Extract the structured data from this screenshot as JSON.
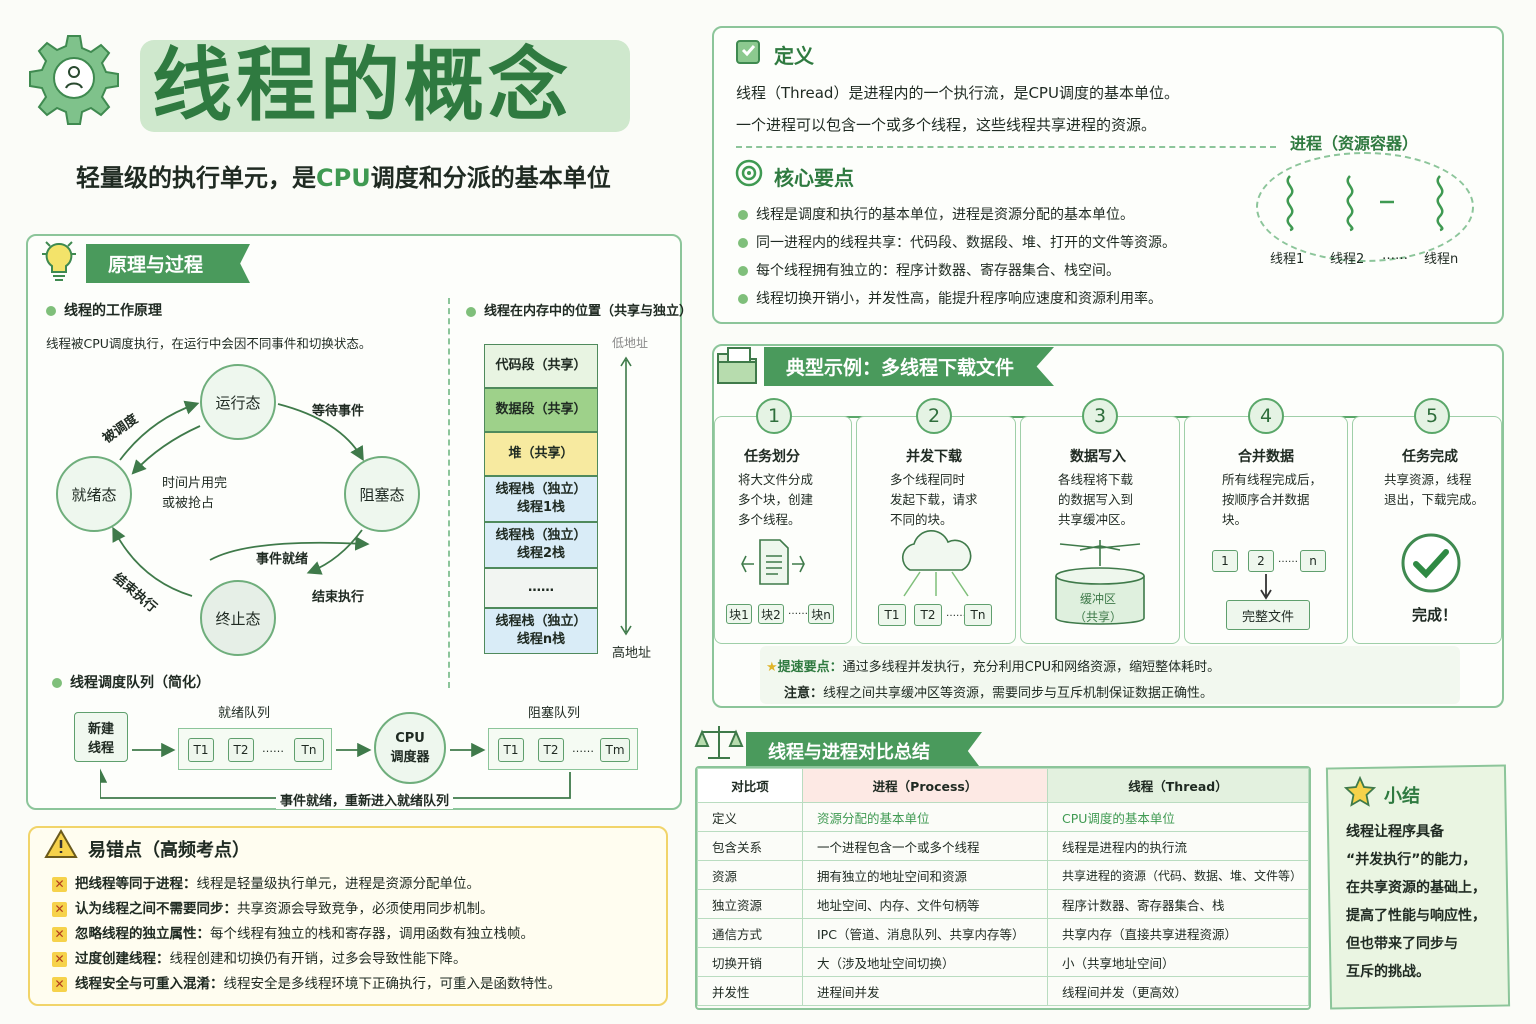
{
  "title": "线程的概念",
  "subtitle_pre": "轻量级的执行单元，是",
  "subtitle_cpu": "CPU",
  "subtitle_post": "调度和分派的基本单位",
  "definition": {
    "heading": "定义",
    "line1": "线程（Thread）是进程内的一个执行流，是CPU调度的基本单位。",
    "line2": "一个进程可以包含一个或多个线程，这些线程共享进程的资源。"
  },
  "keypoints": {
    "heading": "核心要点",
    "items": [
      "线程是调度和执行的基本单位，进程是资源分配的基本单位。",
      "同一进程内的线程共享：代码段、数据段、堆、打开的文件等资源。",
      "每个线程拥有独立的：程序计数器、寄存器集合、栈空间。",
      "线程切换开销小，并发性高，能提升程序响应速度和资源利用率。"
    ]
  },
  "process_diagram": {
    "label": "进程（资源容器）",
    "thread1": "线程1",
    "thread2": "线程2",
    "ellipsis": "……",
    "threadn": "线程n"
  },
  "principle": {
    "banner": "原理与过程",
    "states_title": "线程的工作原理",
    "states_desc": "线程被CPU调度执行，在运行中会因不同事件和切换状态。",
    "running": "运行态",
    "ready": "就绪态",
    "blocked": "阻塞态",
    "terminated": "终止态",
    "e_scheduled": "被调度",
    "e_wait": "等待事件",
    "e_timeslice1": "时间片用完",
    "e_timeslice2": "或被抢占",
    "e_event_ready": "事件就绪",
    "e_finish": "结束执行",
    "e_end": "结束执行",
    "memory_title": "线程在内存中的位置（共享与独立）",
    "low_addr": "低地址",
    "high_addr": "高地址",
    "mem_code": "代码段（共享）",
    "mem_data": "数据段（共享）",
    "mem_heap": "堆（共享）",
    "mem_s1a": "线程栈（独立）",
    "mem_s1b": "线程1栈",
    "mem_s2a": "线程栈（独立）",
    "mem_s2b": "线程2栈",
    "mem_dots": "……",
    "mem_sna": "线程栈（独立）",
    "mem_snb": "线程n栈",
    "queue_title": "线程调度队列（简化）",
    "new_thread1": "新建",
    "new_thread2": "线程",
    "ready_queue": "就绪队列",
    "blocked_queue": "阻塞队列",
    "q_t1": "T1",
    "q_t2": "T2",
    "q_dots": "……",
    "q_tn": "Tn",
    "b_t1": "T1",
    "b_t2": "T2",
    "b_dots": "……",
    "b_tm": "Tm",
    "cpu1": "CPU",
    "cpu2": "调度器",
    "requeue": "事件就绪，重新进入就绪队列"
  },
  "mistakes": {
    "heading": "易错点（高频考点）",
    "items": [
      {
        "bold": "把线程等同于进程：",
        "text": "线程是轻量级执行单元，进程是资源分配单位。"
      },
      {
        "bold": "认为线程之间不需要同步：",
        "text": "共享资源会导致竞争，必须使用同步机制。"
      },
      {
        "bold": "忽略线程的独立属性：",
        "text": "每个线程有独立的栈和寄存器，调用函数有独立栈帧。"
      },
      {
        "bold": "过度创建线程：",
        "text": "线程创建和切换仍有开销，过多会导致性能下降。"
      },
      {
        "bold": "线程安全与可重入混淆：",
        "text": "线程安全是多线程环境下正确执行，可重入是函数特性。"
      }
    ]
  },
  "example": {
    "banner": "典型示例：多线程下载文件",
    "steps": [
      {
        "num": "1",
        "title": "任务划分",
        "desc": [
          "将大文件分成",
          "多个块，创建",
          "多个线程。"
        ]
      },
      {
        "num": "2",
        "title": "并发下载",
        "desc": [
          "多个线程同时",
          "发起下载，请求",
          "不同的块。"
        ]
      },
      {
        "num": "3",
        "title": "数据写入",
        "desc": [
          "各线程将下载",
          "的数据写入到",
          "共享缓冲区。"
        ]
      },
      {
        "num": "4",
        "title": "合并数据",
        "desc": [
          "所有线程完成后，",
          "按顺序合并数据",
          "块。"
        ]
      },
      {
        "num": "5",
        "title": "任务完成",
        "desc": [
          "共享资源，线程",
          "退出，下载完成。"
        ]
      }
    ],
    "blk1": "块1",
    "blk2": "块2",
    "blk_dots": "……",
    "blkn": "块n",
    "t1": "T1",
    "t2": "T2",
    "t_dots": "……",
    "tn": "Tn",
    "buffer1": "缓冲区",
    "buffer2": "（共享）",
    "m1": "1",
    "m2": "2",
    "m_dots": "……",
    "mn": "n",
    "full_file": "完整文件",
    "done": "完成！",
    "tip_label": "提速要点：",
    "tip_text": "通过多线程并发执行，充分利用CPU和网络资源，缩短整体耗时。",
    "note_label": "注意：",
    "note_text": "线程之间共享缓冲区等资源，需要同步与互斥机制保证数据正确性。"
  },
  "compare": {
    "banner": "线程与进程对比总结",
    "header": [
      "对比项",
      "进程（Process）",
      "线程（Thread）"
    ],
    "rows": [
      [
        "定义",
        "资源分配的基本单位",
        "CPU调度的基本单位"
      ],
      [
        "包含关系",
        "一个进程包含一个或多个线程",
        "线程是进程内的执行流"
      ],
      [
        "资源",
        "拥有独立的地址空间和资源",
        "共享进程的资源（代码、数据、堆、文件等）"
      ],
      [
        "独立资源",
        "地址空间、内存、文件句柄等",
        "程序计数器、寄存器集合、栈"
      ],
      [
        "通信方式",
        "IPC（管道、消息队列、共享内存等）",
        "共享内存（直接共享进程资源）"
      ],
      [
        "切换开销",
        "大（涉及地址空间切换）",
        "小（共享地址空间）"
      ],
      [
        "并发性",
        "进程间并发",
        "线程间并发（更高效）"
      ]
    ]
  },
  "summary": {
    "heading": "小结",
    "lines": [
      "线程让程序具备",
      "“并发执行”的能力，",
      "在共享资源的基础上，",
      "提高了性能与响应性，",
      "但也带来了同步与",
      "互斥的挑战。"
    ]
  },
  "colors": {
    "accent": "#4a9a5c",
    "light": "#e8f4e6",
    "warn": "#f6d24b"
  }
}
